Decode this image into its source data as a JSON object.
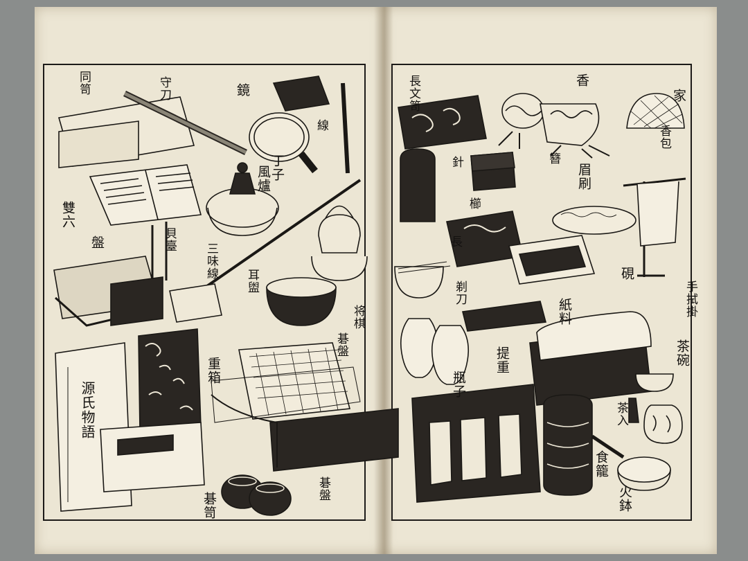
{
  "book": {
    "left_labels": [
      {
        "id": "dodo",
        "text": "同笥"
      },
      {
        "id": "mamorigatana",
        "text": "守刀"
      },
      {
        "id": "kagami",
        "text": "鏡"
      },
      {
        "id": "kinsen",
        "text": "線"
      },
      {
        "id": "choji",
        "text": "丁子"
      },
      {
        "id": "furo",
        "text": "風爐"
      },
      {
        "id": "sugoroku",
        "text": "雙六"
      },
      {
        "id": "ban",
        "text": "盤"
      },
      {
        "id": "kaioke",
        "text": "貝臺"
      },
      {
        "id": "shamisen",
        "text": "三味線"
      },
      {
        "id": "mimidarai",
        "text": "耳盥"
      },
      {
        "id": "shoji",
        "text": "将棋"
      },
      {
        "id": "shogiban",
        "text": "碁盤"
      },
      {
        "id": "jubako",
        "text": "重箱"
      },
      {
        "id": "gokei",
        "text": "碁笥"
      },
      {
        "id": "goban2",
        "text": "碁盤"
      },
      {
        "id": "genji",
        "text": "源氏物語"
      }
    ],
    "right_labels": [
      {
        "id": "nagabako",
        "text": "長文笥"
      },
      {
        "id": "ko",
        "text": "香"
      },
      {
        "id": "kaya",
        "text": "家"
      },
      {
        "id": "koubako",
        "text": "香包"
      },
      {
        "id": "hari",
        "text": "針"
      },
      {
        "id": "mayu",
        "text": "眉刷"
      },
      {
        "id": "kushi",
        "text": "櫛"
      },
      {
        "id": "kanzashi",
        "text": "簪"
      },
      {
        "id": "nagakushi",
        "text": "長"
      },
      {
        "id": "suzuri",
        "text": "硯"
      },
      {
        "id": "kamikire",
        "text": "紙料"
      },
      {
        "id": "kamisori",
        "text": "剃刀"
      },
      {
        "id": "tenugui",
        "text": "手拭掛"
      },
      {
        "id": "hei",
        "text": "瓶子"
      },
      {
        "id": "sagejubako",
        "text": "提重"
      },
      {
        "id": "chawan",
        "text": "茶碗"
      },
      {
        "id": "chaire",
        "text": "茶入"
      },
      {
        "id": "jikiro",
        "text": "食籠"
      },
      {
        "id": "hibachi",
        "text": "火鉢"
      }
    ],
    "box_inscription": "源氏物語"
  }
}
